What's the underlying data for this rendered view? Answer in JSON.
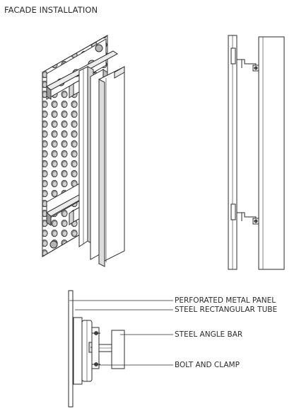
{
  "title": "FACADE INSTALLATION",
  "labels": {
    "perforated_panel": "PERFORATED METAL PANEL",
    "rect_tube": "STEEL RECTANGULAR TUBE",
    "angle_bar": "STEEL ANGLE BAR",
    "bolt_clamp": "BOLT AND CLAMP"
  }
}
